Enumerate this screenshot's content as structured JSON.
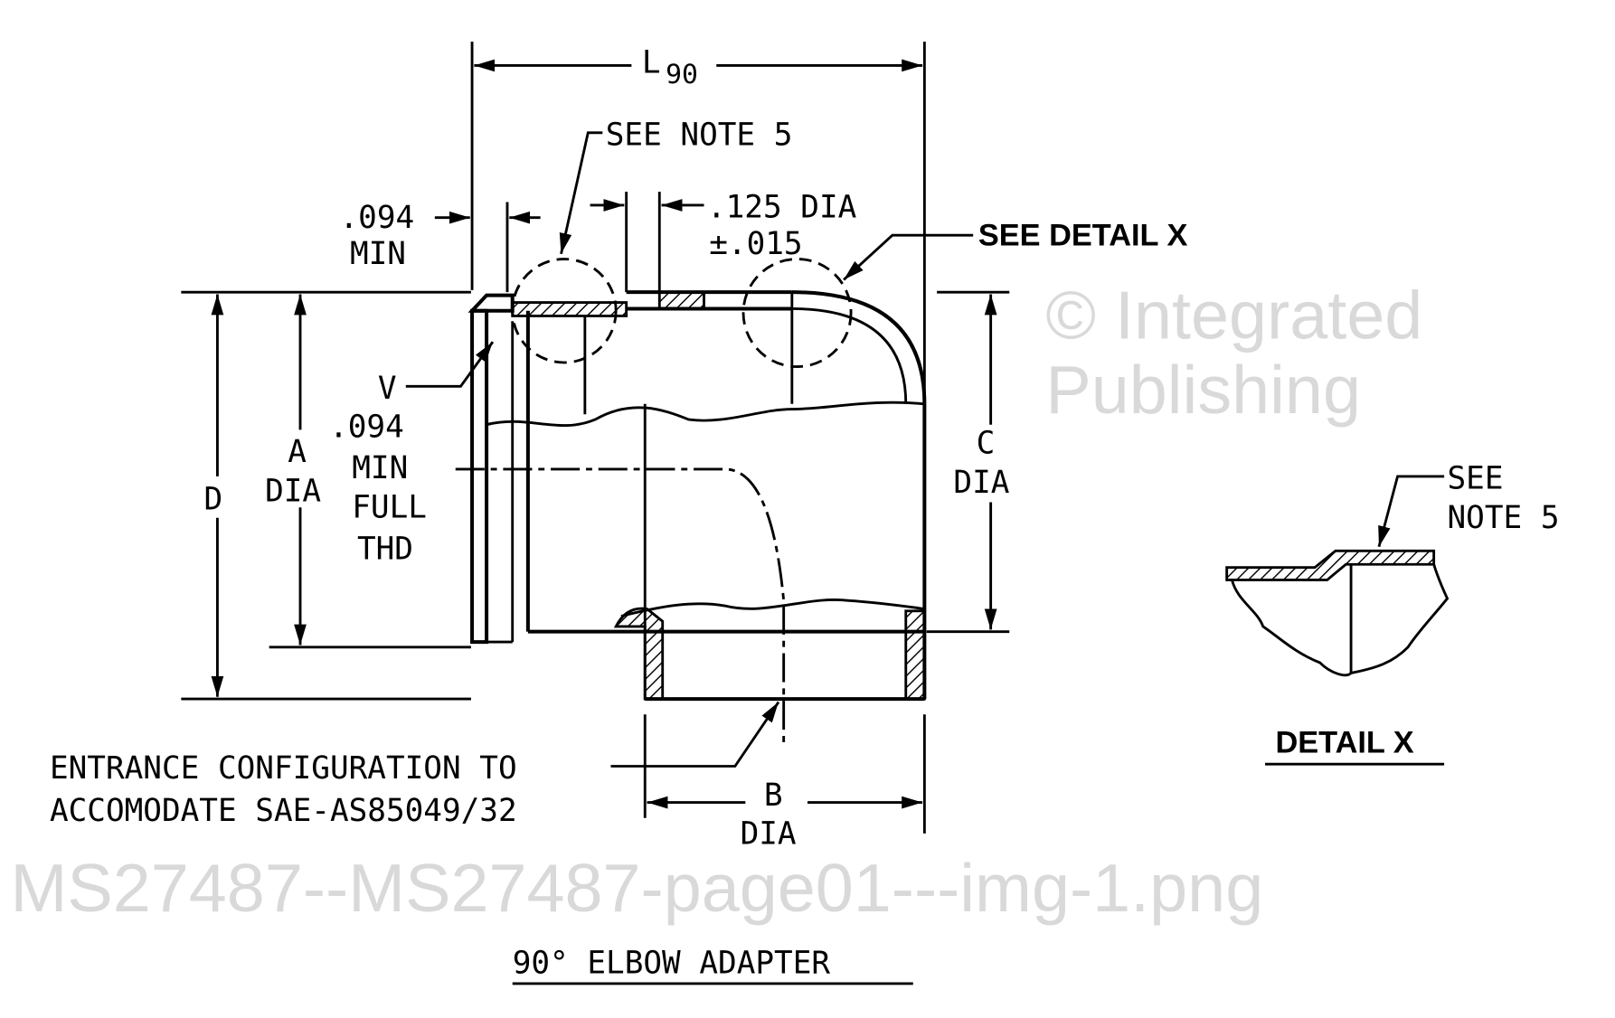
{
  "drawing": {
    "title": "90° ELBOW ADAPTER",
    "dimensions": {
      "l90_prefix": "L",
      "l90_sub": "90",
      "a_label": "A",
      "a_dia": "DIA",
      "b_label": "B",
      "b_dia": "DIA",
      "c_label": "C",
      "c_dia": "DIA",
      "d_label": "D",
      "min094_top_value": ".094",
      "min094_top_min": "MIN",
      "thd_value": ".094",
      "thd_line2": "MIN",
      "thd_line3": "FULL",
      "thd_line4": "THD",
      "hole_dia": ".125  DIA",
      "hole_tol": "±.015",
      "v_label": "V"
    },
    "notes": {
      "see_note_5": "SEE NOTE  5",
      "see_detail_x": "SEE DETAIL  X",
      "entrance_line1": "ENTRANCE  CONFIGURATION TO",
      "entrance_line2": "ACCOMODATE  SAE-AS85049/32"
    },
    "detail_x": {
      "title": "DETAIL  X",
      "see": "SEE",
      "note5": "NOTE  5"
    },
    "watermark": {
      "line1": "© Integrated Publishing",
      "line2": "MS27487--MS27487-page01---img-1.png"
    }
  }
}
